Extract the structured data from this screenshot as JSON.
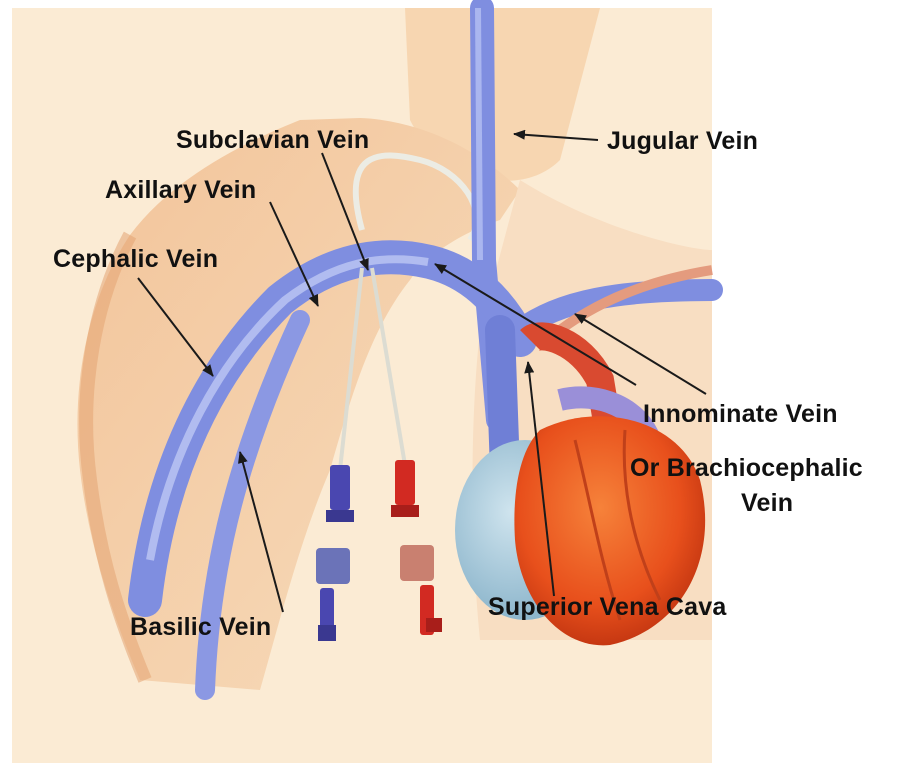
{
  "labels": {
    "subclavian": "Subclavian Vein",
    "jugular": "Jugular  Vein",
    "axillary": "Axillary Vein",
    "cephalic": "Cephalic Vein",
    "innominate": "Innominate Vein",
    "brachio_line1": "Or  Brachiocephalic",
    "brachio_line2": "Vein",
    "basilic": "Basilic Vein",
    "svc": "Superior Vena Cava"
  },
  "colors": {
    "background": "#fbebd4",
    "skin": "#f4cfa6",
    "vein": "#7f8ee0",
    "vein_dark": "#5264c6",
    "heart": "#e8501c",
    "heart_dark": "#b32a0c",
    "atrium": "#9fc6da",
    "catheter_blue": "#4a47b0",
    "catheter_red": "#d22a22",
    "arrow": "#1a1a1a"
  }
}
